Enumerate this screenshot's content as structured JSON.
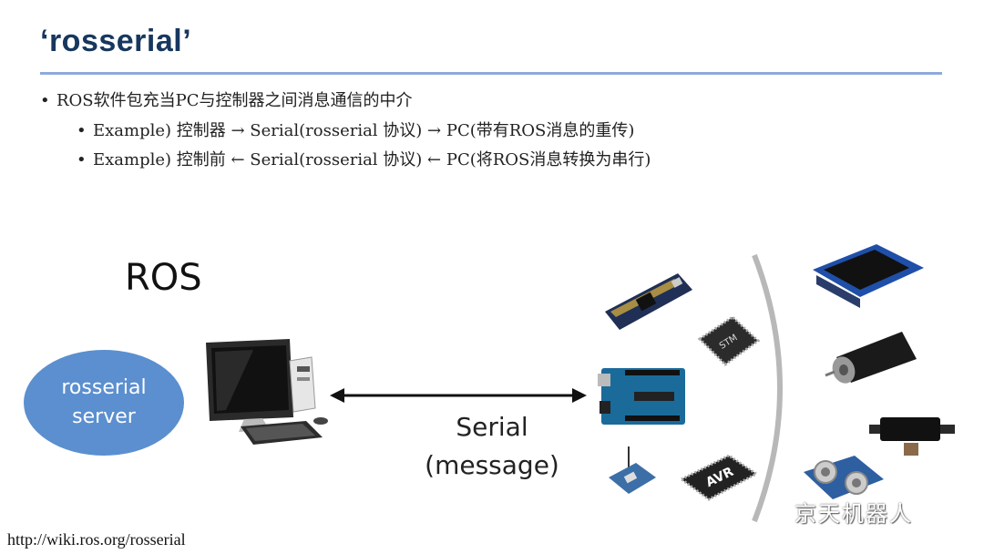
{
  "slide": {
    "title": "‘rosserial’",
    "bullets": [
      "ROS软件包充当PC与控制器之间消息通信的中介",
      "Example) 控制器 → Serial(rosserial 协议) → PC(带有ROS消息的重传)",
      "Example) 控制前 ← Serial(rosserial 协议) ← PC(将ROS消息转换为串行)"
    ]
  },
  "diagram": {
    "ros_label": "ROS",
    "server_line1": "rosserial",
    "server_line2": "server",
    "serial_line1": "Serial",
    "serial_line2": "(message)",
    "chip_stm_label": "STM",
    "chip_avr_label": "AVR"
  },
  "footer": {
    "url": "http://wiki.ros.org/rosserial",
    "watermark": "京天机器人"
  },
  "colors": {
    "title": "#17375e",
    "rule": "#8eaadb",
    "server_ellipse": "#5b8fcf"
  }
}
